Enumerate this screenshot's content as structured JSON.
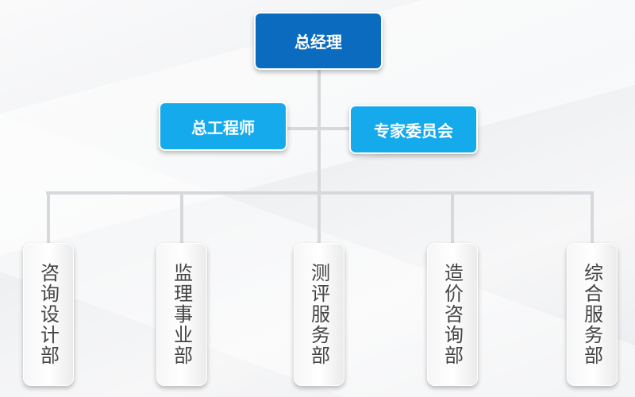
{
  "top": {
    "label": "总经理"
  },
  "middle": [
    {
      "label": "总工程师"
    },
    {
      "label": "专家委员会"
    }
  ],
  "departments": [
    {
      "label": "咨询设计部"
    },
    {
      "label": "监理事业部"
    },
    {
      "label": "测评服务部"
    },
    {
      "label": "造价咨询部"
    },
    {
      "label": "综合服务部"
    }
  ],
  "colors": {
    "top": "#0b6bbf",
    "middle": "#15aaec",
    "line": "#d6d8db"
  }
}
